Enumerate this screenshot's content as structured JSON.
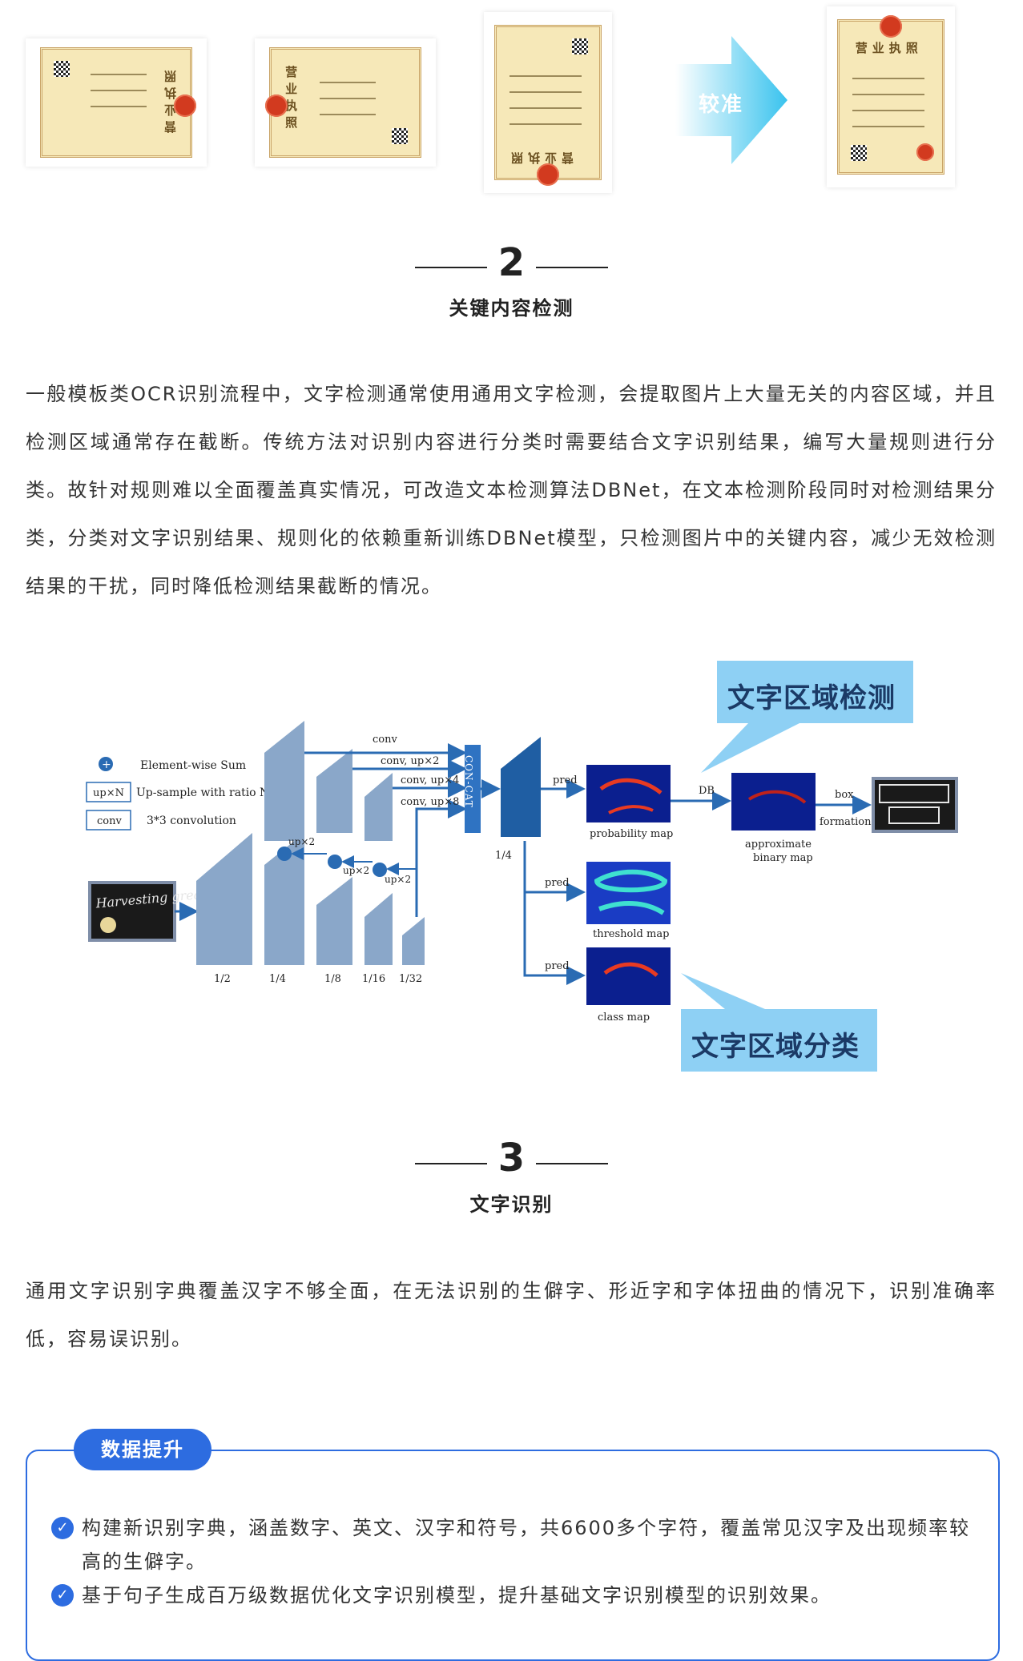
{
  "top_row": {
    "license_title": "营业执照",
    "arrow_label": "较准"
  },
  "section2": {
    "number": "2",
    "title": "关键内容检测",
    "paragraph": "一般模板类OCR识别流程中，文字检测通常使用通用文字检测，会提取图片上大量无关的内容区域，并且检测区域通常存在截断。传统方法对识别内容进行分类时需要结合文字识别结果，编写大量规则进行分类。故针对规则难以全面覆盖真实情况，可改造文本检测算法DBNet，在文本检测阶段同时对检测结果分类，分类对文字识别结果、规则化的依赖重新训练DBNet模型，只检测图片中的关键内容，减少无效检测结果的干扰，同时降低检测结果截断的情况。"
  },
  "diagram": {
    "callout_top": "文字区域检测",
    "callout_bottom": "文字区域分类",
    "legend": {
      "sum": "Element-wise Sum",
      "upn_box": "up×N",
      "upn": "Up-sample with ratio N",
      "conv_box": "conv",
      "conv": "3*3 convolution"
    },
    "input_text": "Harvesting great skills",
    "scales": [
      "1/2",
      "1/4",
      "1/8",
      "1/16",
      "1/32"
    ],
    "concat_scale": "1/4",
    "up2": "up×2",
    "paths": [
      "conv",
      "conv, up×2",
      "conv, up×4",
      "conv, up×8"
    ],
    "concat": "CON-CAT",
    "pred": "pred",
    "maps": [
      "probability map",
      "threshold map",
      "class map"
    ],
    "db": "DB",
    "approx": [
      "approximate",
      "binary map"
    ],
    "box": [
      "box",
      "formation"
    ]
  },
  "section3": {
    "number": "3",
    "title": "文字识别",
    "paragraph": "通用文字识别字典覆盖汉字不够全面，在无法识别的生僻字、形近字和字体扭曲的情况下，识别准确率低，容易误识别。"
  },
  "data_box": {
    "tag": "数据提升",
    "check": "✓",
    "items": [
      "构建新识别字典，涵盖数字、英文、汉字和符号，共6600多个字符，覆盖常见汉字及出现频率较高的生僻字。",
      "基于句子生成百万级数据优化文字识别模型，提升基础文字识别模型的识别效果。"
    ]
  },
  "colors": {
    "accent": "#2d6ce0",
    "diagram_blue": "#2a6bb3",
    "callout_bg": "#8ed0f4"
  }
}
